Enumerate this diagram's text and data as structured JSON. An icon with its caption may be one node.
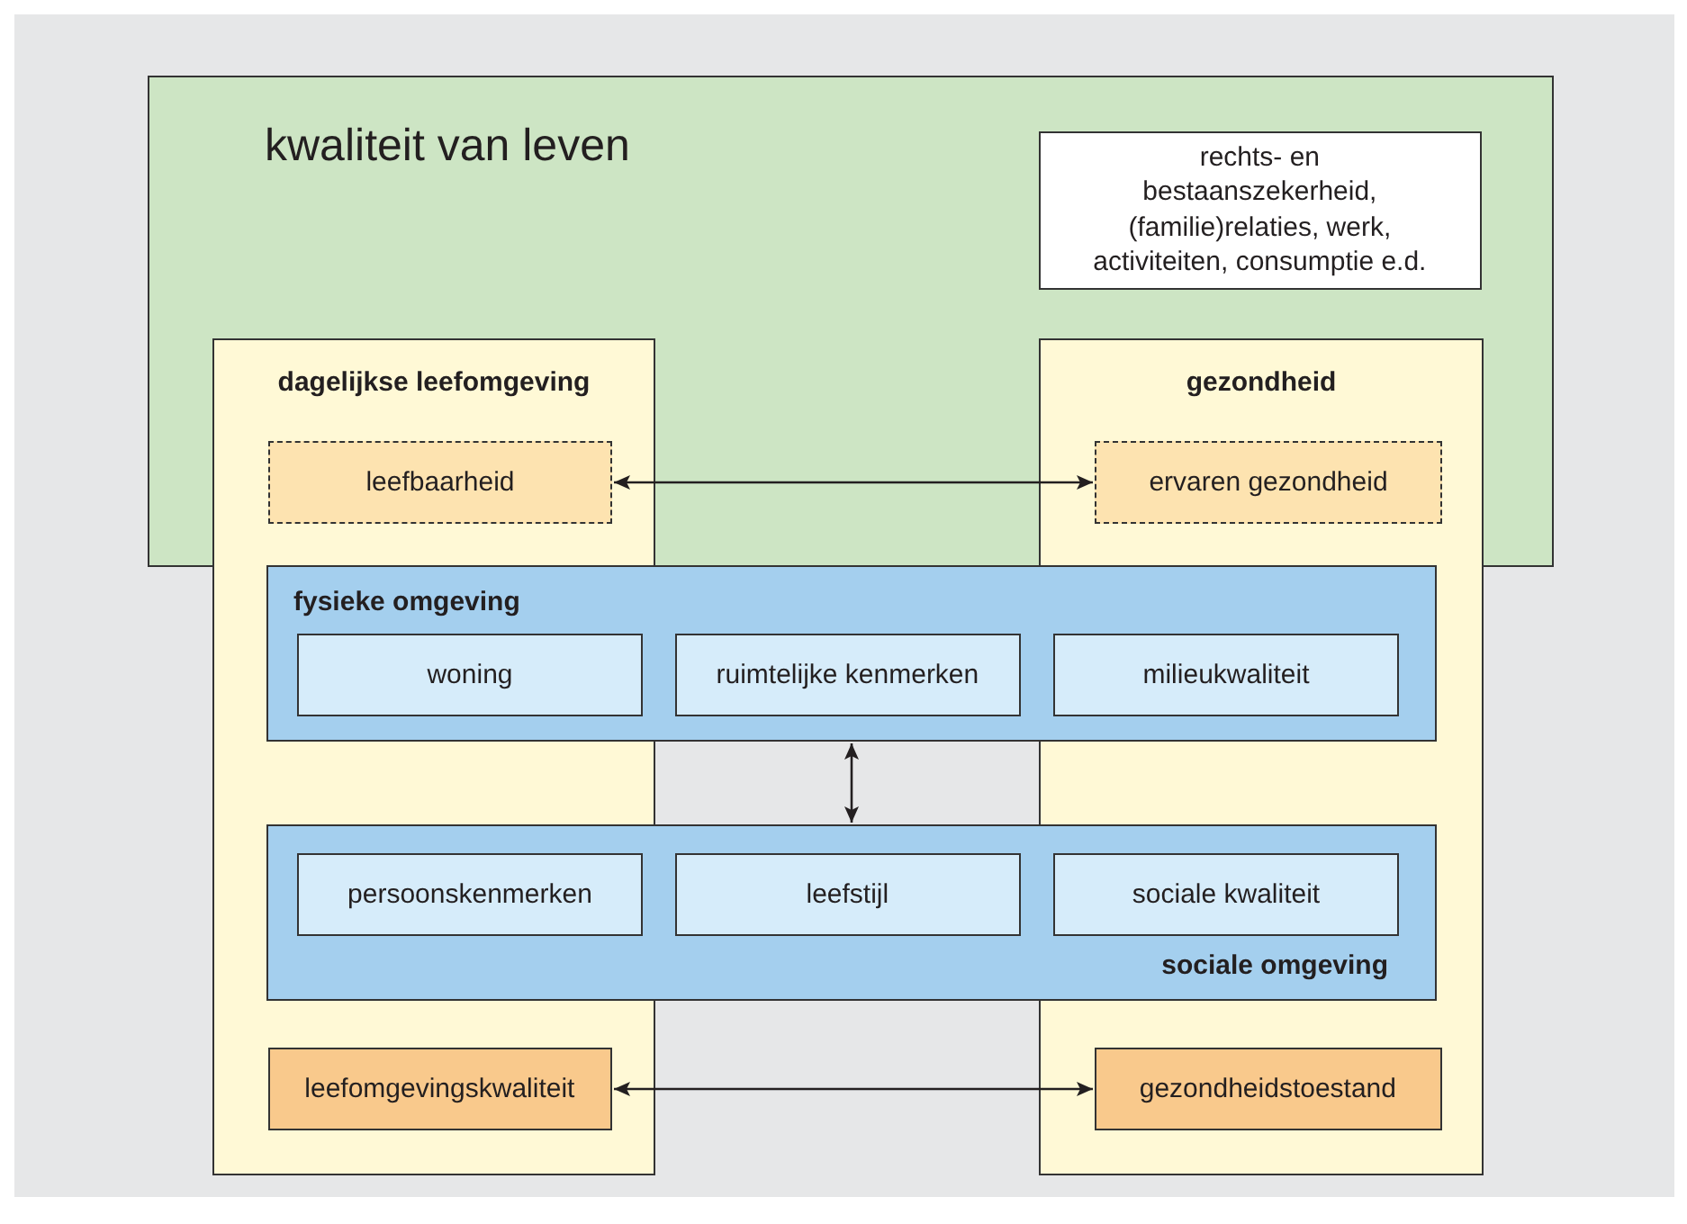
{
  "diagram": {
    "nodes": [
      {
        "text": [
          "kwaliteit van leven"
        ]
      },
      {
        "text": [
          "rechts- en bestaanszekerheid, (familie)relaties, werk, activiteiten, consumptie e.d."
        ],
        "in": 0
      },
      {
        "text": [
          "dagelijkse leefomgeving"
        ]
      },
      {
        "text": [
          "leefbaarheid"
        ]
      },
      {
        "text": [
          "gezondheid"
        ]
      },
      {
        "text": [
          "ervaren gezondheid"
        ]
      },
      {
        "text": [
          "fysieke omgeving"
        ]
      },
      {
        "text": [
          "woning"
        ]
      },
      {
        "text": [
          "ruimtelijke kenmerken"
        ],
        "in": 6
      },
      {
        "text": [
          "milieukwaliteit"
        ]
      },
      {
        "text": [
          "sociale omgeving"
        ]
      },
      {
        "text": [
          "persoonskenmerken"
        ]
      },
      {
        "text": [
          "leefstijl"
        ],
        "in": 10
      },
      {
        "text": [
          "sociale kwaliteit"
        ]
      },
      {
        "text": [
          "leefomgevingskwaliteit"
        ],
        "in": 2
      },
      {
        "text": [
          "gezondheidstoestand"
        ],
        "in": 4
      }
    ],
    "edges": [
      {
        "from": 3,
        "to": 5,
        "arrow": "both"
      },
      {
        "from": 6,
        "to": 10,
        "arrow": "both"
      },
      {
        "from": 14,
        "to": 15,
        "arrow": "both"
      }
    ]
  }
}
